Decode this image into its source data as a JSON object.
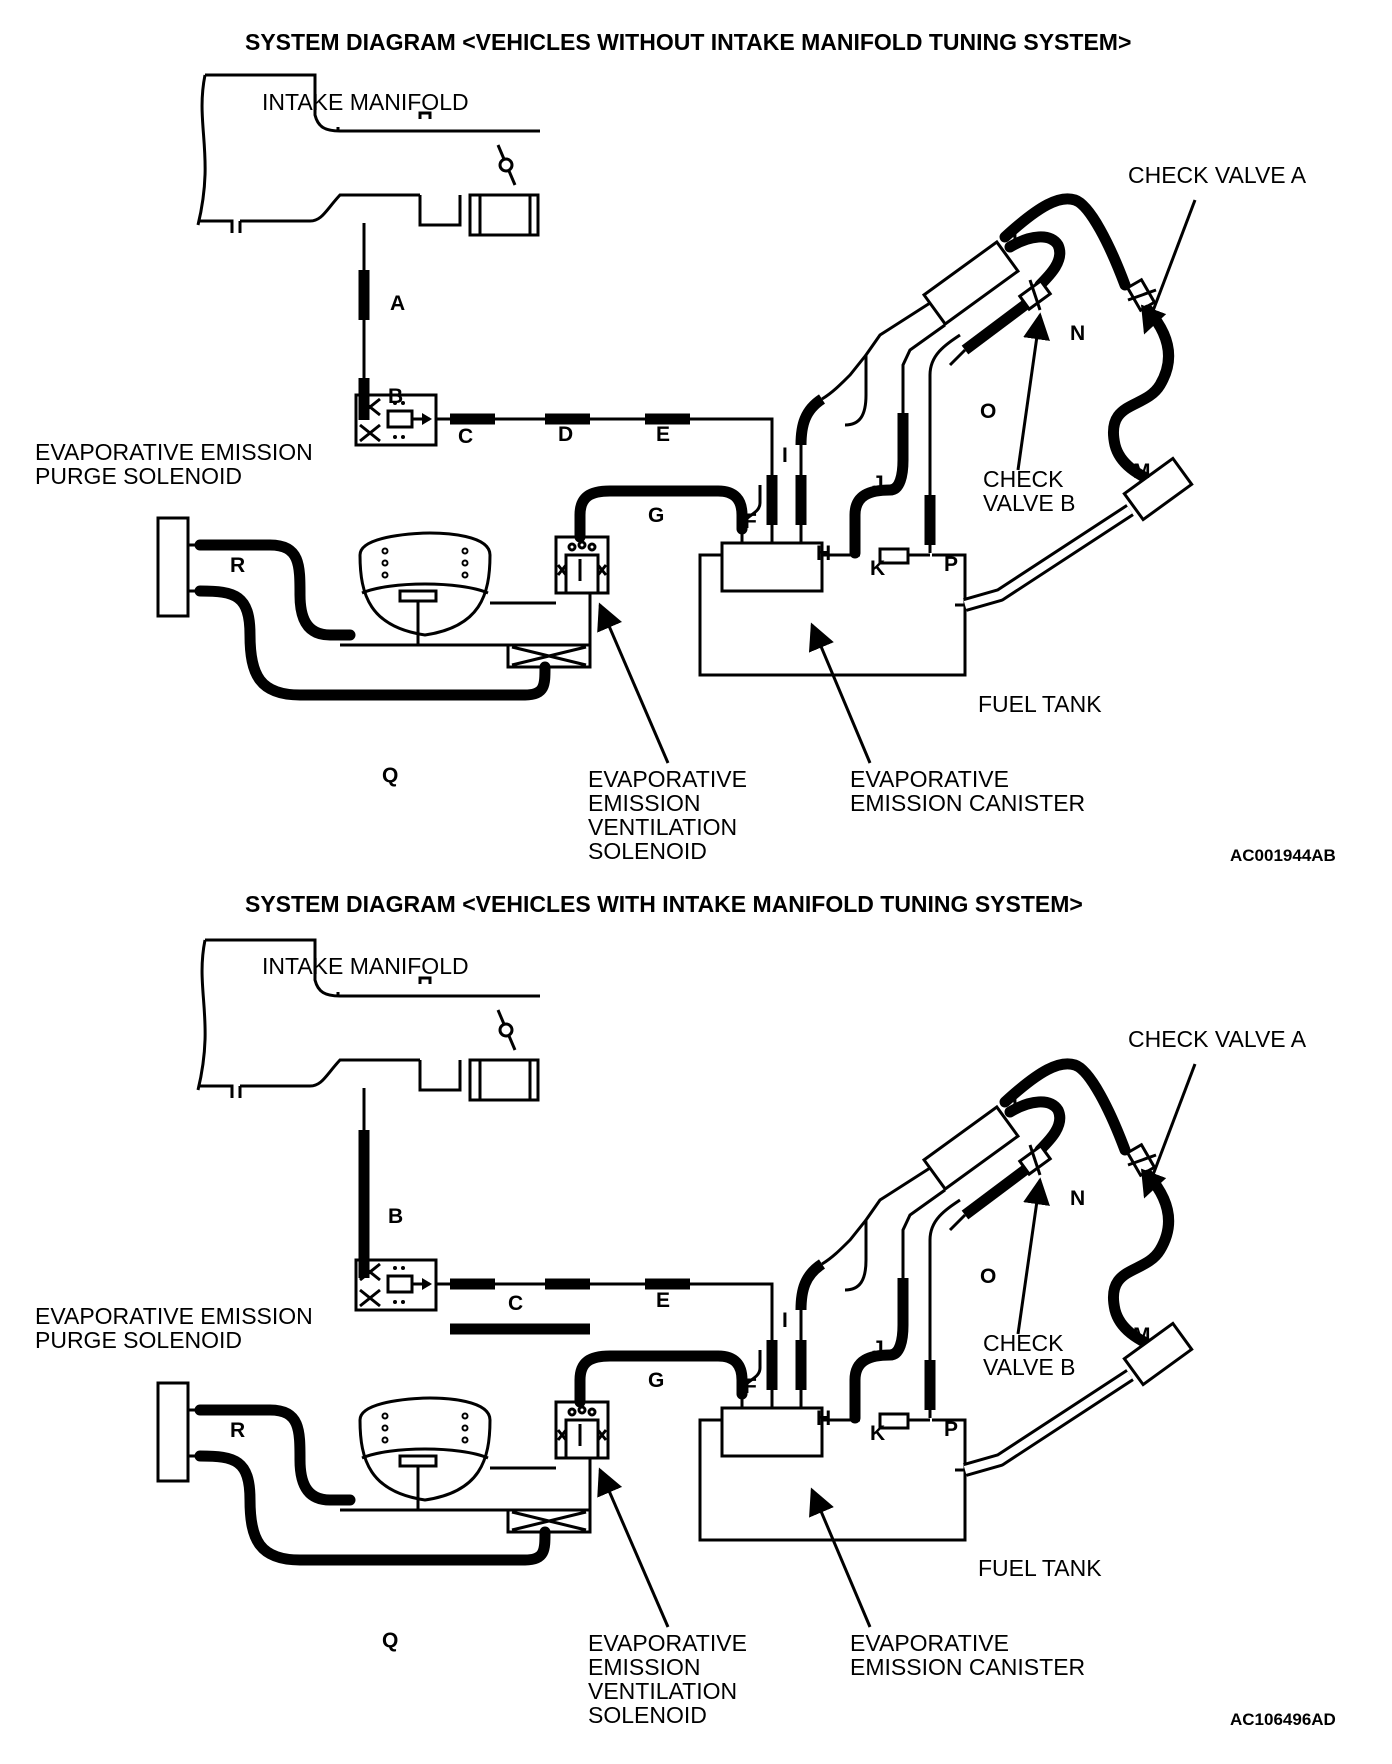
{
  "diagrams": [
    {
      "title": "SYSTEM DIAGRAM <VEHICLES WITHOUT INTAKE MANIFOLD TUNING SYSTEM>",
      "labels": {
        "intake_manifold": "INTAKE MANIFOLD",
        "purge_solenoid_1": "EVAPORATIVE EMISSION",
        "purge_solenoid_2": "PURGE SOLENOID",
        "ventilation_1": "EVAPORATIVE",
        "ventilation_2": "EMISSION",
        "ventilation_3": "VENTILATION",
        "ventilation_4": "SOLENOID",
        "canister_1": "EVAPORATIVE",
        "canister_2": "EMISSION CANISTER",
        "fuel_tank": "FUEL TANK",
        "check_valve_a": "CHECK VALVE A",
        "check_valve_b_1": "CHECK",
        "check_valve_b_2": "VALVE B"
      },
      "hoses": {
        "a": "A",
        "b": "B",
        "c": "C",
        "d": "D",
        "e": "E",
        "f": "F",
        "g": "G",
        "h": "H",
        "i": "I",
        "j": "J",
        "k": "K",
        "l": "L",
        "m": "M",
        "n": "N",
        "o": "O",
        "p": "P",
        "q": "Q",
        "r": "R"
      },
      "ref": "AC001944AB"
    },
    {
      "title": "SYSTEM DIAGRAM <VEHICLES WITH INTAKE MANIFOLD TUNING SYSTEM>",
      "labels": {
        "intake_manifold": "INTAKE MANIFOLD",
        "purge_solenoid_1": "EVAPORATIVE EMISSION",
        "purge_solenoid_2": "PURGE SOLENOID",
        "ventilation_1": "EVAPORATIVE",
        "ventilation_2": "EMISSION",
        "ventilation_3": "VENTILATION",
        "ventilation_4": "SOLENOID",
        "canister_1": "EVAPORATIVE",
        "canister_2": "EMISSION CANISTER",
        "fuel_tank": "FUEL TANK",
        "check_valve_a": "CHECK VALVE A",
        "check_valve_b_1": "CHECK",
        "check_valve_b_2": "VALVE B"
      },
      "hoses": {
        "b": "B",
        "c": "C",
        "e": "E",
        "f": "F",
        "g": "G",
        "h": "H",
        "i": "I",
        "j": "J",
        "k": "K",
        "l": "L",
        "m": "M",
        "n": "N",
        "o": "O",
        "p": "P",
        "q": "Q",
        "r": "R"
      },
      "ref": "AC106496AD"
    }
  ]
}
